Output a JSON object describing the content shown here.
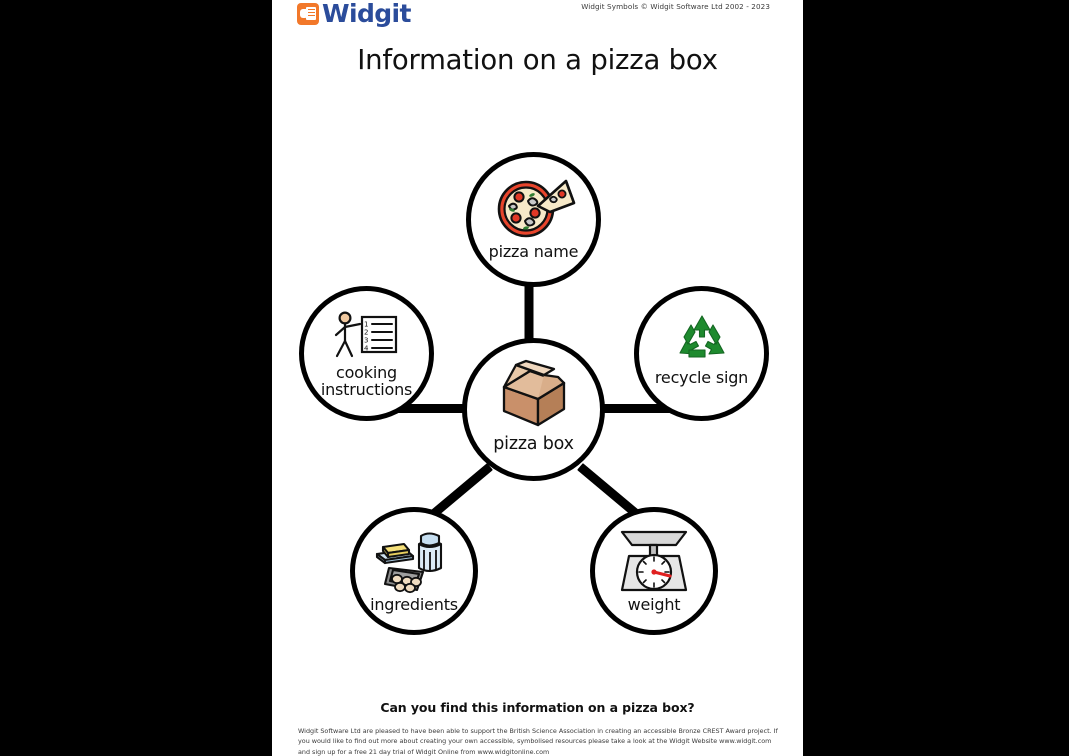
{
  "header": {
    "logo_text": "Widgit",
    "logo_icon": "widgit-symbol-icon",
    "copyright": "Widgit Symbols © Widgit Software Ltd 2002 - 2023"
  },
  "title": "Information on a pizza box",
  "colors": {
    "brand_blue": "#2B4C9B",
    "brand_orange": "#F2782A",
    "recycle_green": "#1E8A2E",
    "stroke_black": "#000000",
    "page_background": "#FFFFFF",
    "canvas_background": "#000000"
  },
  "diagram": {
    "type": "mind-map",
    "center": {
      "label": "pizza box",
      "icon": "cardboard-box-icon"
    },
    "branches": [
      {
        "id": "pizza-name",
        "label": "pizza name",
        "icon": "pizza-slice-icon",
        "position": "top"
      },
      {
        "id": "cooking-instructions",
        "label": "cooking instructions",
        "icon": "instruction-list-icon",
        "position": "left"
      },
      {
        "id": "recycle-sign",
        "label": "recycle sign",
        "icon": "recycle-icon",
        "position": "right"
      },
      {
        "id": "ingredients",
        "label": "ingredients",
        "icon": "ingredients-icon",
        "position": "bottom-left"
      },
      {
        "id": "weight",
        "label": "weight",
        "icon": "kitchen-scale-icon",
        "position": "bottom-right"
      }
    ]
  },
  "footer": {
    "question": "Can you find this information on a pizza box?",
    "smallprint": "Widgit Software Ltd are pleased to have been able to support the British Science Association in creating an accessible Bronze CREST Award project. If you would like to find out more about creating your own accessible, symbolised resources please take a look at the Widgit Website www.widgit.com and sign up for a free 21 day trial of Widgit Online from www.widgitonline.com"
  }
}
